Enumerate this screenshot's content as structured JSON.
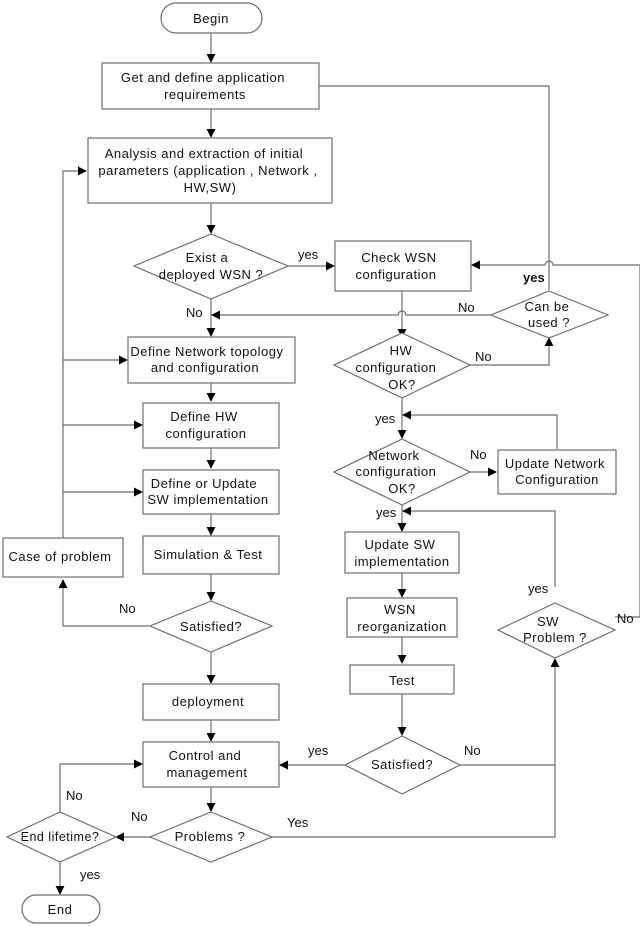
{
  "nodes": {
    "begin": [
      "Begin"
    ],
    "get_req": [
      "Get and define application",
      "requirements"
    ],
    "analysis": [
      "Analysis and extraction of initial",
      "parameters  (application , Network ,",
      "HW,SW)"
    ],
    "exist_wsn": [
      "Exist a",
      "deployed WSN ?"
    ],
    "check_wsn": [
      "Check WSN",
      "configuration"
    ],
    "can_be_used": [
      "Can be",
      "used ?"
    ],
    "define_topology": [
      "Define Network topology",
      "and configuration"
    ],
    "hw_ok": [
      "HW",
      "configuration",
      "OK?"
    ],
    "define_hw": [
      "Define HW",
      "configuration"
    ],
    "net_ok": [
      "Network",
      "configuration",
      "OK?"
    ],
    "update_net": [
      "Update Network",
      "Configuration"
    ],
    "define_sw": [
      "Define or Update",
      "SW implementation"
    ],
    "case_problem": [
      "Case of problem"
    ],
    "simulation": [
      "Simulation & Test"
    ],
    "update_sw": [
      "Update SW",
      "implementation"
    ],
    "satisfied1": [
      "Satisfied?"
    ],
    "wsn_reorg": [
      "WSN",
      "reorganization"
    ],
    "sw_problem": [
      "SW",
      "Problem ?"
    ],
    "deployment": [
      "deployment"
    ],
    "test": [
      "Test"
    ],
    "satisfied2": [
      "Satisfied?"
    ],
    "control": [
      "Control and",
      "management"
    ],
    "problems": [
      "Problems ?"
    ],
    "end_lifetime": [
      "End lifetime?"
    ],
    "end": [
      "End"
    ]
  },
  "edge_labels": {
    "exist_yes": "yes",
    "exist_no": "No",
    "can_used_no": "No",
    "can_used_yes": "yes",
    "hw_no": "No",
    "hw_yes": "yes",
    "net_no": "No",
    "net_yes": "yes",
    "sat1_no": "No",
    "sw_yes": "yes",
    "sw_no": "No",
    "sat2_yes": "yes",
    "sat2_no": "No",
    "problems_no": "No",
    "problems_yes": "Yes",
    "endlife_no": "No",
    "endlife_yes": "yes"
  }
}
